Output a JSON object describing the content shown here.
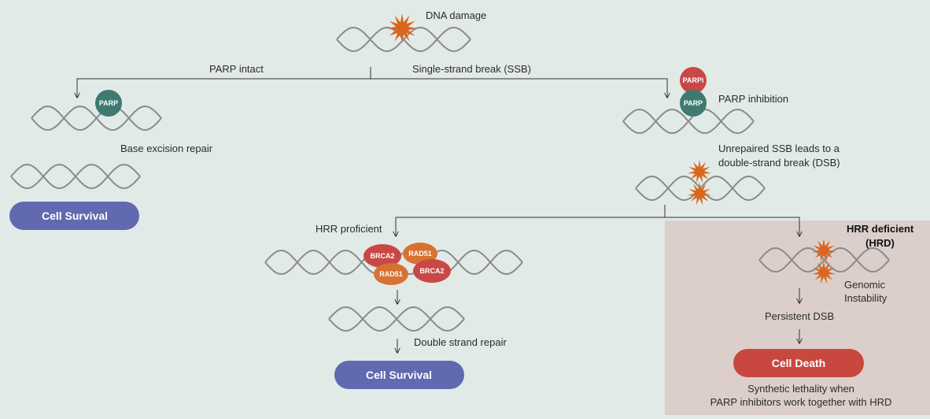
{
  "labels": {
    "dna_damage": "DNA damage",
    "parp_intact": "PARP intact",
    "ssb": "Single-strand break (SSB)",
    "parp_inhibition": "PARP inhibition",
    "base_excision_repair": "Base excision repair",
    "unrepaired_line1": "Unrepaired SSB leads to a",
    "unrepaired_line2": "double-strand break (DSB)",
    "hrr_proficient": "HRR proficient",
    "hrr_deficient_line1": "HRR deficient",
    "hrr_deficient_line2": "(HRD)",
    "genomic_line1": "Genomic",
    "genomic_line2": "Instability",
    "persistent_dsb": "Persistent DSB",
    "double_strand_repair": "Double strand repair",
    "synthetic_line1": "Synthetic lethality when",
    "synthetic_line2": "PARP inhibitors work together with HRD"
  },
  "molecules": {
    "parp": "PARP",
    "parpi": "PARPi",
    "brca2": "BRCA2",
    "rad51": "RAD51"
  },
  "outcomes": {
    "cell_survival": "Cell Survival",
    "cell_death": "Cell Death"
  },
  "colors": {
    "background": "#e2eae8",
    "hrd_panel": "#dccfcb",
    "dna_strand": "#8a8a8a",
    "damage_star": "#d9661c",
    "parp": "#3e7a72",
    "parpi": "#c84848",
    "brca2": "#c84848",
    "rad51": "#d77232",
    "cell_survival": "#6169b0",
    "cell_death": "#c8473f"
  }
}
